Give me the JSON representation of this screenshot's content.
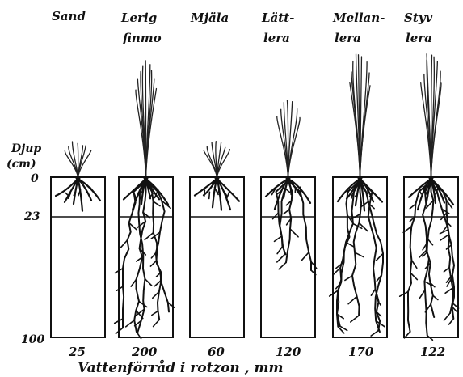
{
  "columns": [
    {
      "label_line1": "Sand",
      "label_line2": "",
      "value": "25",
      "leaf_height": 40,
      "root_depth": 50
    },
    {
      "label_line1": "Lerig",
      "label_line2": "finmo",
      "value": "200",
      "leaf_height": 140,
      "root_depth": 195
    },
    {
      "label_line1": "Mjäla",
      "label_line2": "",
      "value": "60",
      "leaf_height": 40,
      "root_depth": 50
    },
    {
      "label_line1": "Lätt-",
      "label_line2": "lera",
      "value": "120",
      "leaf_height": 95,
      "root_depth": 110
    },
    {
      "label_line1": "Mellan-",
      "label_line2": "lera",
      "value": "170",
      "leaf_height": 150,
      "root_depth": 195
    },
    {
      "label_line1": "Styv",
      "label_line2": "lera",
      "value": "122",
      "leaf_height": 150,
      "root_depth": 195
    }
  ],
  "depth_axis": {
    "title_line1": "Djup",
    "title_line2": "(cm)",
    "ticks": [
      "0",
      "23",
      "100"
    ]
  },
  "caption": "Vattenförråd i rotzon , mm",
  "colors": {
    "ink": "#111111",
    "background": "#ffffff"
  }
}
